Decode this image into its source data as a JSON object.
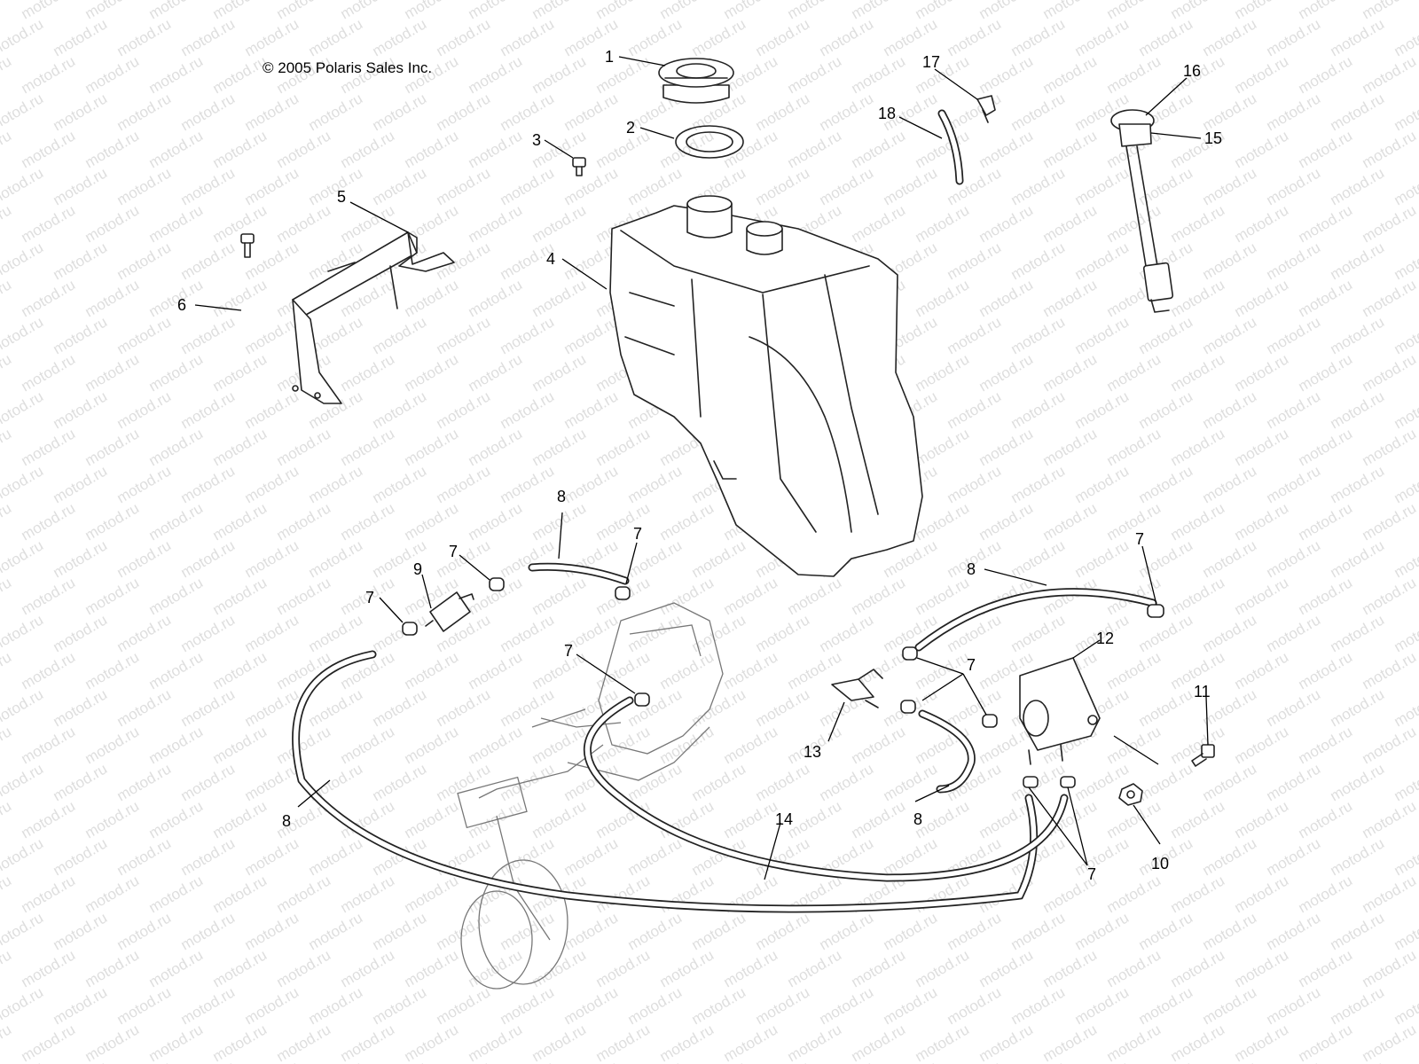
{
  "copyright": "© 2005 Polaris Sales Inc.",
  "watermark_text": "motod.ru",
  "colors": {
    "line": "#222222",
    "watermark": "#c4c4c4",
    "background": "#ffffff"
  },
  "callouts": [
    "1",
    "2",
    "3",
    "4",
    "5",
    "6",
    "7",
    "8",
    "9",
    "10",
    "11",
    "12",
    "13",
    "14",
    "15",
    "16",
    "17",
    "18"
  ],
  "callout_7": "7",
  "callout_8": "8",
  "parts": [
    "fuel-cap",
    "cap-gasket",
    "tank-bolt",
    "fuel-tank",
    "tank-bracket",
    "bracket-bolt",
    "hose-clamp",
    "fuel-hose",
    "fuel-filter",
    "nut",
    "pump-bolt",
    "fuel-pump",
    "fuel-valve",
    "pulse-hose",
    "sender-gasket",
    "fuel-sender",
    "vent-fitting",
    "vent-hose"
  ]
}
